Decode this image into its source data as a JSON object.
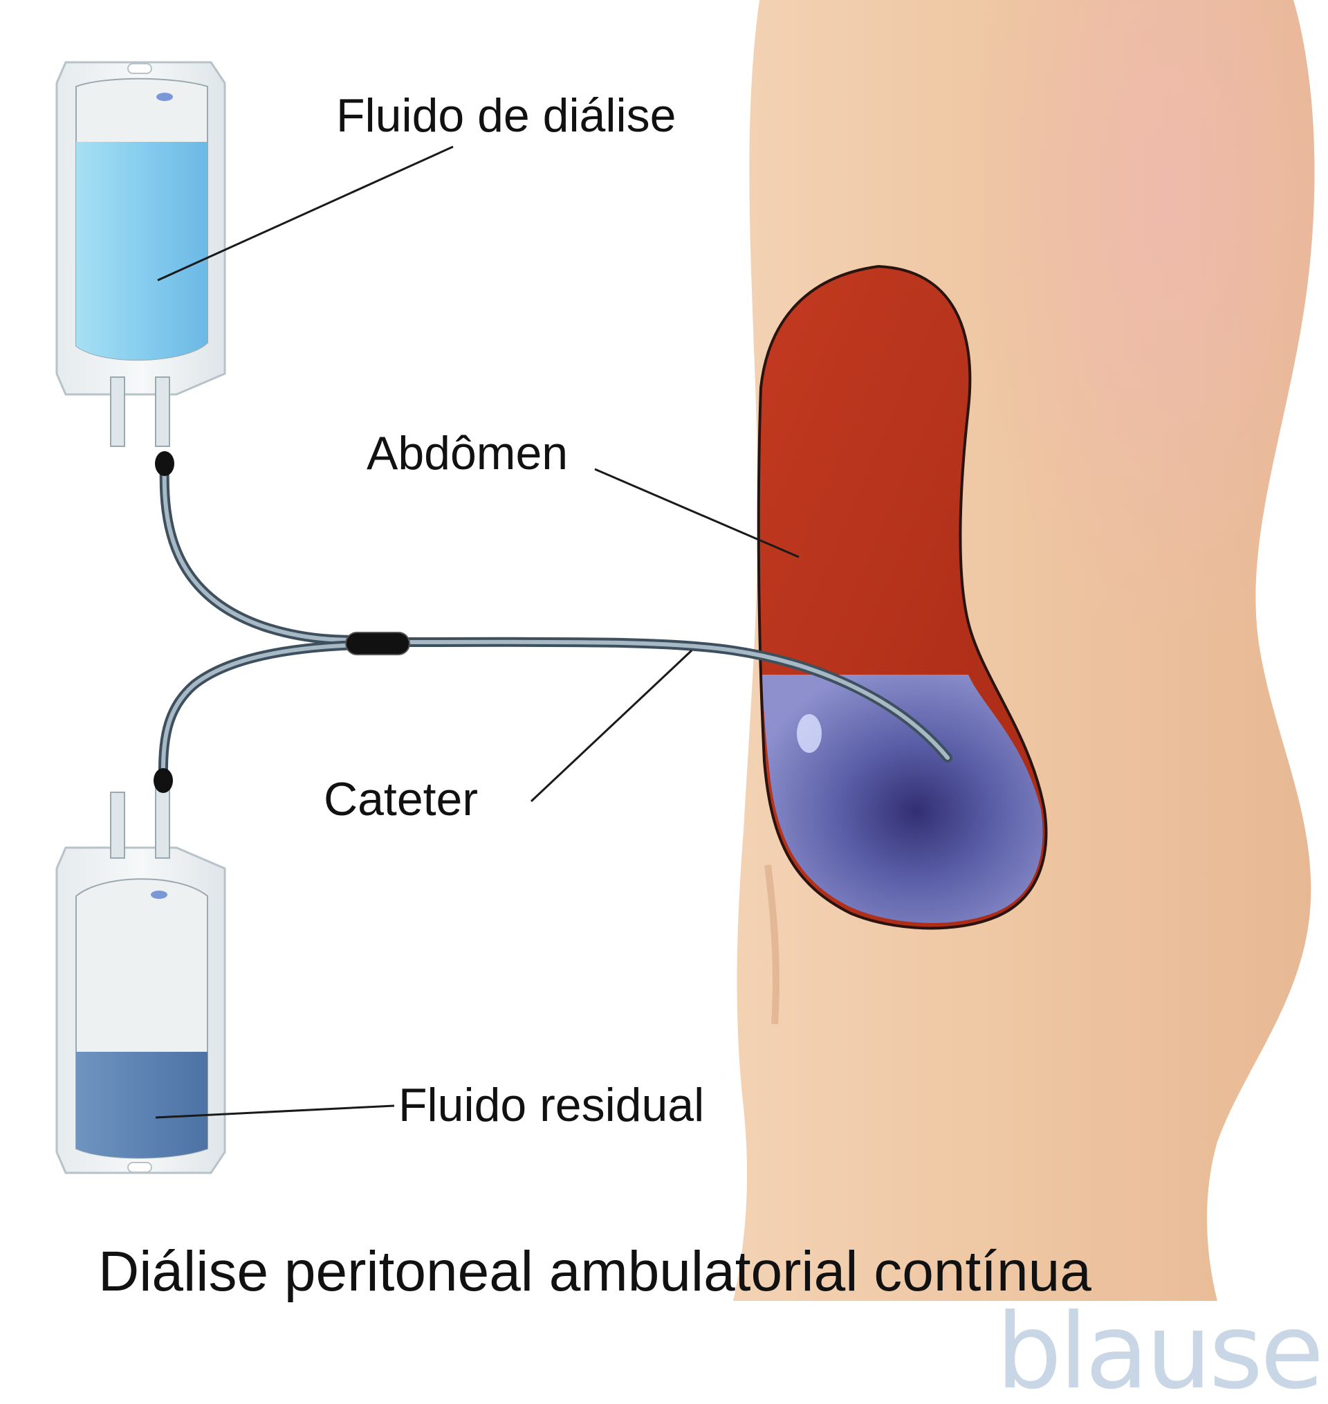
{
  "labels": {
    "dialysis_fluid": "Fluido de diálise",
    "abdomen": "Abdômen",
    "catheter": "Cateter",
    "waste_fluid": "Fluido residual"
  },
  "title": "Diálise peritoneal ambulatorial contínua",
  "brand": "blausen",
  "colors": {
    "skin": "#efc9a6",
    "abdomen_red": "#b8321c",
    "fluid_blue_light": "#8fd3ef",
    "fluid_blue_dark": "#5f86b8",
    "peritoneal_fluid": "#6e78c2",
    "brand_color": "#c8d6e6"
  }
}
